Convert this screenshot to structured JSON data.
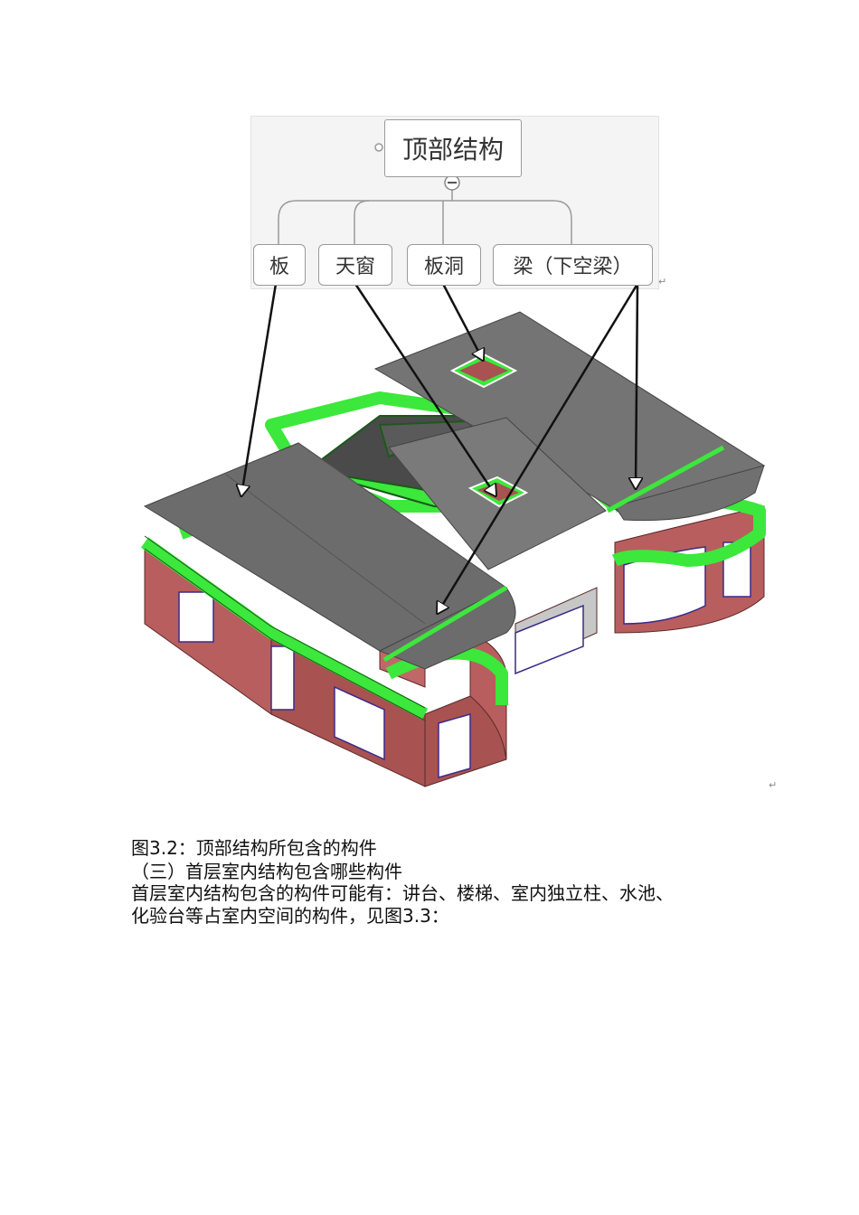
{
  "diagram": {
    "root_label": "顶部结构",
    "children": [
      "板",
      "天窗",
      "板洞",
      "梁（下空梁）"
    ]
  },
  "text": {
    "caption": "图3.2：顶部结构所包含的构件",
    "heading": "（三）首层室内结构包含哪些构件",
    "para_line1": "首层室内结构包含的构件可能有：讲台、楼梯、室内独立柱、水池、",
    "para_line2": "化验台等占室内空间的构件，见图3.3："
  },
  "colors": {
    "slab": "#707070",
    "beam": "#3be83b",
    "wall": "#b85e5e",
    "frame": "#3b2a8a"
  }
}
